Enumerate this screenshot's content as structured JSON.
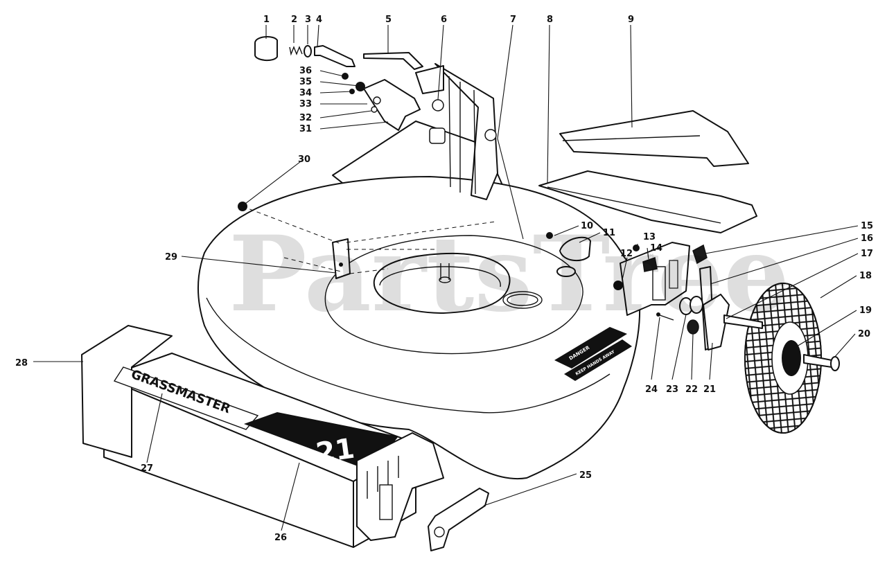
{
  "watermark": {
    "text": "PartsTree",
    "trademark": "™"
  },
  "decals": {
    "brand": "GRASSMASTER",
    "model": "21",
    "warning_line1": "DANGER",
    "warning_line2": "KEEP HANDS AWAY"
  },
  "callouts": [
    "1",
    "2",
    "3",
    "4",
    "5",
    "6",
    "7",
    "8",
    "9",
    "10",
    "11",
    "12",
    "13",
    "14",
    "15",
    "16",
    "17",
    "18",
    "19",
    "20",
    "21",
    "22",
    "23",
    "24",
    "25",
    "26",
    "27",
    "28",
    "29",
    "30",
    "31",
    "32",
    "33",
    "34",
    "35",
    "36"
  ]
}
